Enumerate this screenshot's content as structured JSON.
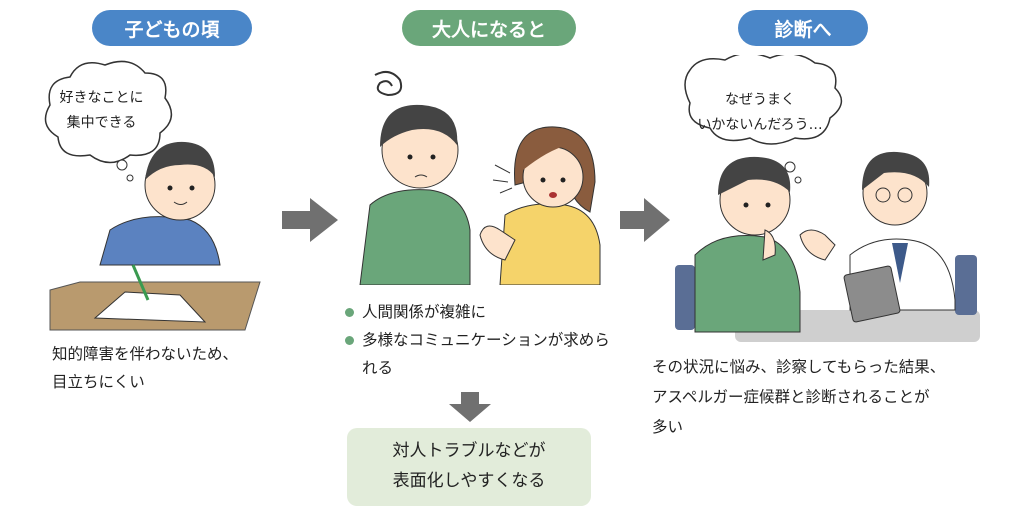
{
  "colors": {
    "blue": "#4a86c8",
    "green": "#6aa67a",
    "box": "#e2ecda",
    "arrow": "#707070"
  },
  "columns": [
    {
      "header": "子どもの頃",
      "bubble": [
        "好きなことに",
        "集中できる"
      ],
      "caption": [
        "知的障害を伴わないため、",
        "目立ちにくい"
      ]
    },
    {
      "header": "大人になると",
      "bullets": [
        "人間関係が複雑に",
        "多様なコミュニケーションが求められる"
      ],
      "result": [
        "対人トラブルなどが",
        "表面化しやすくなる"
      ]
    },
    {
      "header": "診断へ",
      "bubble": [
        "なぜうまく",
        "いかないんだろう…"
      ],
      "caption": [
        "その状況に悩み、診察してもらった結果、",
        "アスペルガー症候群と診断されることが",
        "多い"
      ]
    }
  ]
}
